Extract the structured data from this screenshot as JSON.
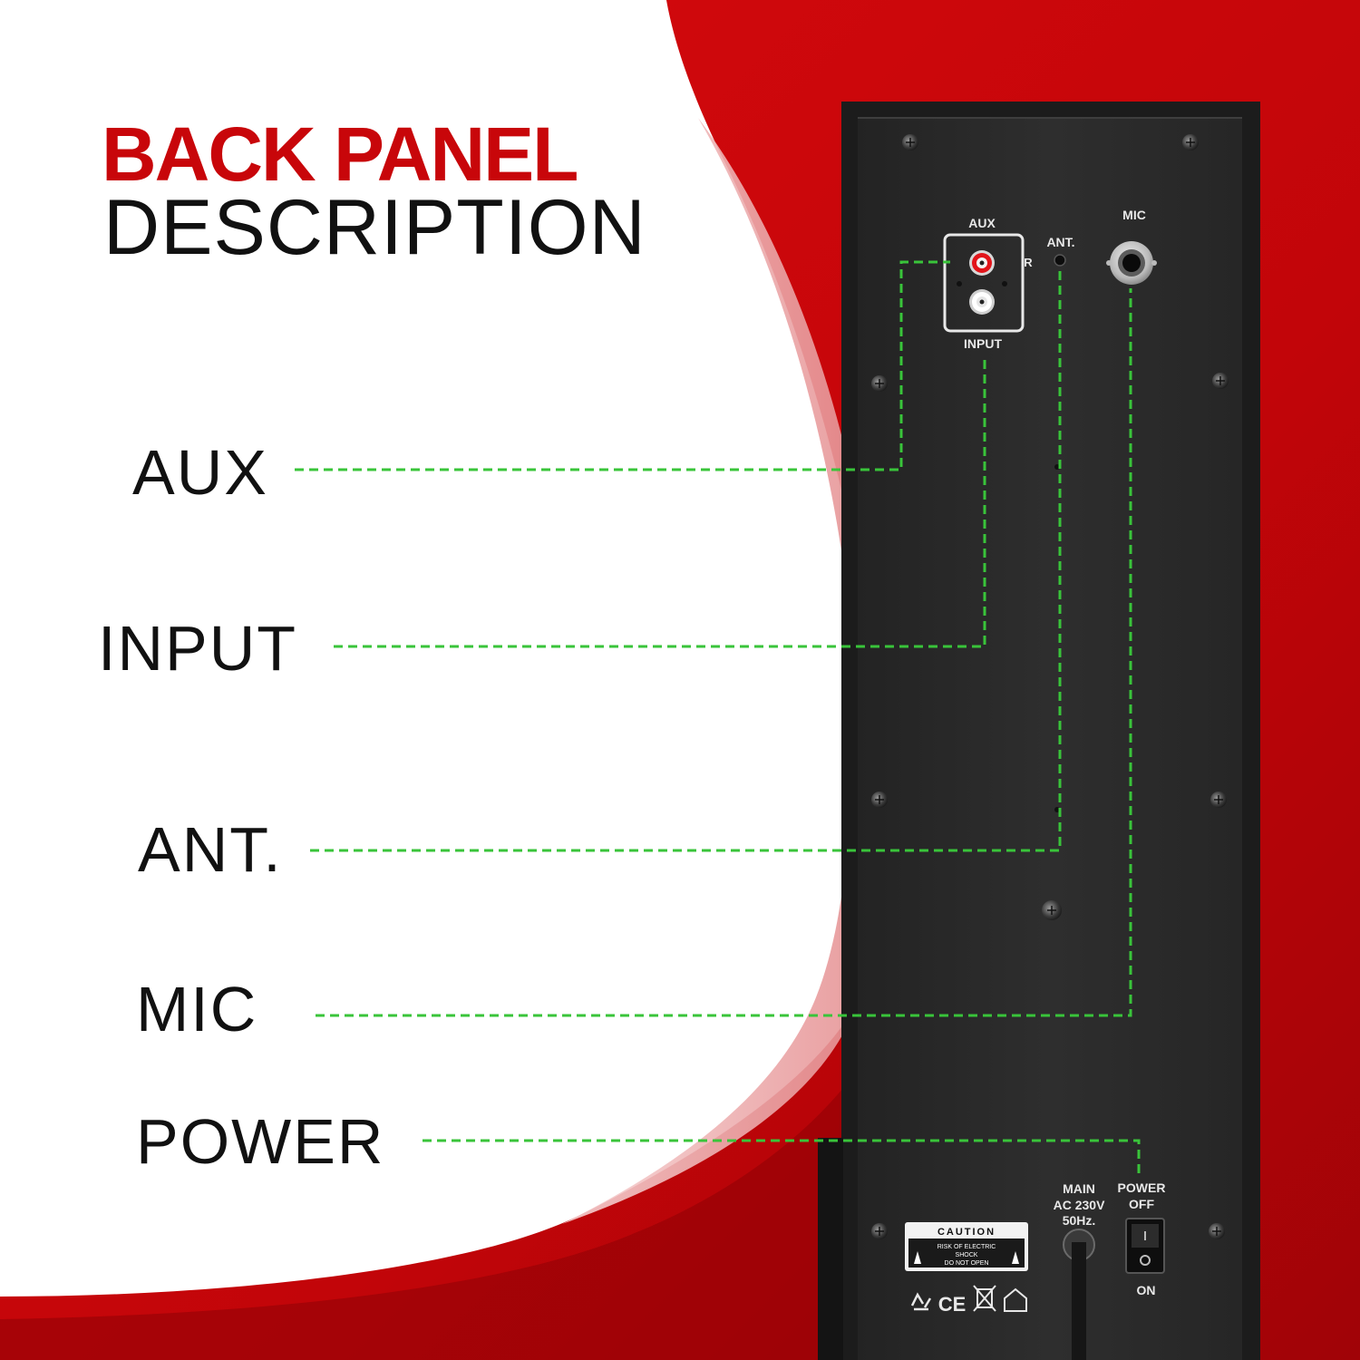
{
  "title": {
    "line1": "BACK PANEL",
    "line2": "DESCRIPTION"
  },
  "callouts": [
    {
      "label": "AUX"
    },
    {
      "label": "INPUT"
    },
    {
      "label": "ANT."
    },
    {
      "label": "MIC"
    },
    {
      "label": "POWER"
    }
  ],
  "panel": {
    "aux_label": "AUX",
    "r_label": "R",
    "input_label": "INPUT",
    "ant_label": "ANT.",
    "mic_label": "MIC",
    "caution_title": "CAUTION",
    "caution_line1": "RISK OF ELECTRIC",
    "caution_line2": "SHOCK",
    "caution_line3": "DO NOT OPEN",
    "main_line1": "MAIN",
    "main_line2": "AC 230V",
    "main_line3": "50Hz.",
    "power_label": "POWER",
    "off_label": "OFF",
    "on_label": "ON",
    "ce_mark": "CE"
  },
  "colors": {
    "accent_red": "#c8060a",
    "dark_red": "#8e0206",
    "panel": "#2a2a2a",
    "panel_edge": "#1b1b1b",
    "guide_green": "#39c43a",
    "title_dark": "#111111"
  },
  "icons": [
    "recycle-icon",
    "ce-mark-icon",
    "crossed-bin-icon",
    "indoor-use-icon",
    "warning-triangle-icon",
    "screw-icon"
  ]
}
